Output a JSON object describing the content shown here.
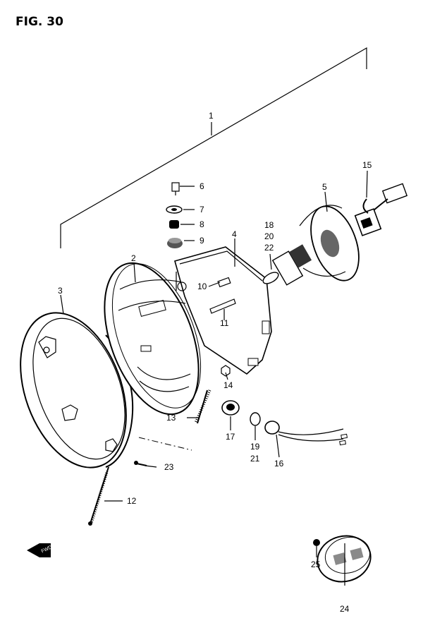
{
  "figure": {
    "title": "FIG. 30"
  },
  "parts": [
    {
      "no": "1",
      "key": "1"
    },
    {
      "no": "2",
      "key": "2"
    },
    {
      "no": "3",
      "key": "3"
    },
    {
      "no": "4",
      "key": "4"
    },
    {
      "no": "5",
      "key": "5"
    },
    {
      "no": "6",
      "key": "6"
    },
    {
      "no": "7",
      "key": "7"
    },
    {
      "no": "8",
      "key": "8"
    },
    {
      "no": "9",
      "key": "9"
    },
    {
      "no": "10",
      "key": "10"
    },
    {
      "no": "11",
      "key": "11"
    },
    {
      "no": "12",
      "key": "12"
    },
    {
      "no": "13",
      "key": "13"
    },
    {
      "no": "14",
      "key": "14"
    },
    {
      "no": "15",
      "key": "15"
    },
    {
      "no": "16",
      "key": "16"
    },
    {
      "no": "17",
      "key": "17"
    },
    {
      "no": "18",
      "key": "18"
    },
    {
      "no": "19",
      "key": "19"
    },
    {
      "no": "20",
      "key": "20"
    },
    {
      "no": "21",
      "key": "21"
    },
    {
      "no": "22",
      "key": "22"
    },
    {
      "no": "23",
      "key": "23"
    },
    {
      "no": "24",
      "key": "24"
    },
    {
      "no": "25",
      "key": "25"
    }
  ],
  "direction_marker": {
    "label": "FWD"
  }
}
